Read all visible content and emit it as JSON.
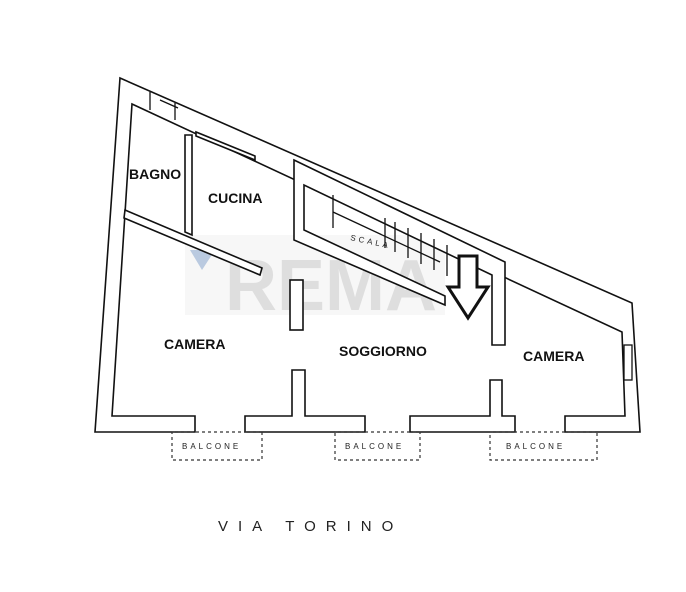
{
  "watermark": "REMAX",
  "rooms": {
    "bagno": "BAGNO",
    "cucina": "CUCINA",
    "camera_left": "CAMERA",
    "soggiorno": "SOGGIORNO",
    "camera_right": "CAMERA",
    "scala": "SCALA"
  },
  "balconies": [
    "BALCONE",
    "BALCONE",
    "BALCONE"
  ],
  "street": "VIA TORINO",
  "icons": {
    "entrance": "arrow-down-icon"
  }
}
